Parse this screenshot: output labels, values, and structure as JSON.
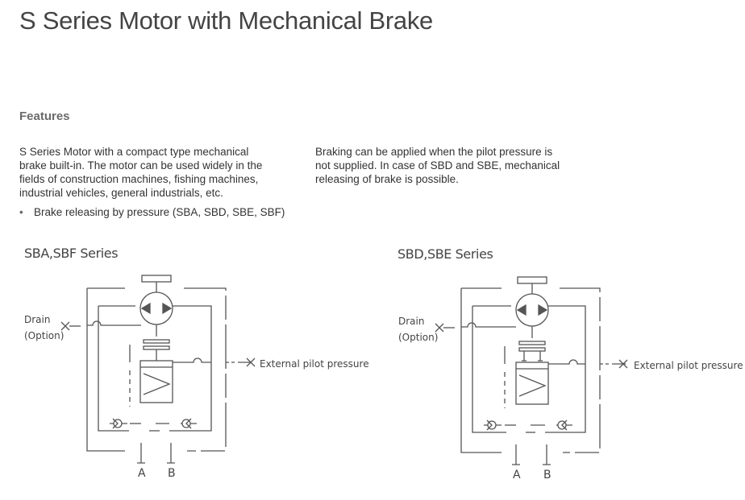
{
  "title": "S Series Motor with Mechanical Brake",
  "features": {
    "heading": "Features",
    "col1_lines": [
      "S Series Motor with a compact type mechanical",
      "brake built-in. The motor can be used widely in the",
      "fields of construction machines, fishing machines,",
      "industrial vehicles, general industrials, etc."
    ],
    "col2_lines": [
      "Braking can be applied when the pilot pressure is",
      "not supplied. In case of SBD and SBE, mechanical",
      "releasing of brake is possible."
    ],
    "bullet": "Brake releasing by pressure (SBA, SBD, SBE, SBF)"
  },
  "diagrams": [
    {
      "label": "SBA,SBF Series",
      "drain_line1": "Drain",
      "drain_line2": "(Option)",
      "pilot_label": "External pilot pressure",
      "port_a": "A",
      "port_b": "B"
    },
    {
      "label": "SBD,SBE Series",
      "drain_line1": "Drain",
      "drain_line2": "(Option)",
      "pilot_label": "External pilot pressure",
      "port_a": "A",
      "port_b": "B"
    }
  ],
  "colors": {
    "text": "#333333",
    "heading": "#6b6b6b",
    "line": "#555555"
  }
}
